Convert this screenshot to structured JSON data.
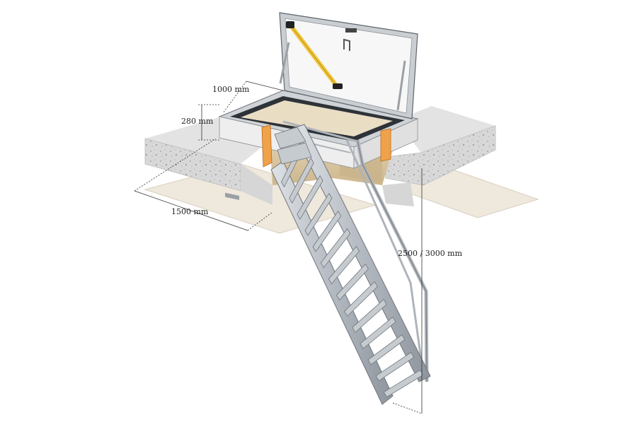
{
  "dimensions": {
    "width_label": "1000 mm",
    "height_label": "280 mm",
    "length_label": "1500 mm",
    "stair_height_label": "2500 / 3000 mm"
  },
  "colors": {
    "slab_top": "#e2e2e2",
    "slab_side": "#cfcfcf",
    "ceiling": "#efe8dc",
    "metal": "#b9bec4",
    "metal_dark": "#7d848c",
    "insulation": "#f0a24a",
    "gas_strut": "#f2c53a",
    "lid_panel": "#f7f7f7"
  }
}
